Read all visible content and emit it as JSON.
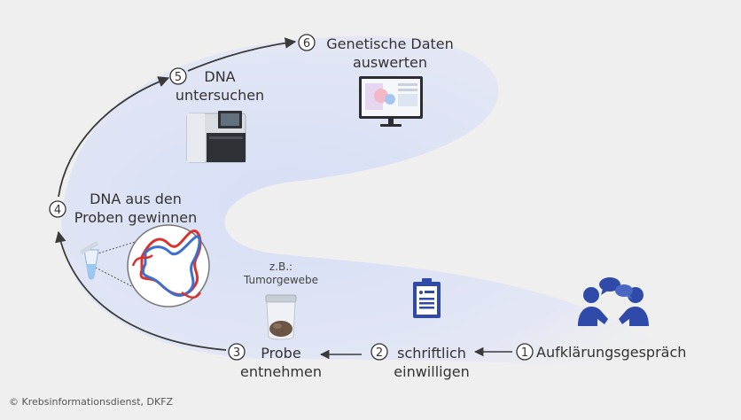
{
  "steps": [
    {
      "number": "1",
      "label": "Aufklärungsgespräch"
    },
    {
      "number": "2",
      "label_line1": "schriftlich",
      "label_line2": "einwilligen"
    },
    {
      "number": "3",
      "label_line1": "Probe",
      "label_line2": "entnehmen"
    },
    {
      "number": "4",
      "label_line1": "DNA aus den",
      "label_line2": "Proben gewinnen"
    },
    {
      "number": "5",
      "label_line1": "DNA",
      "label_line2": "untersuchen"
    },
    {
      "number": "6",
      "label_line1": "Genetische Daten",
      "label_line2": "auswerten"
    }
  ],
  "sample_note": {
    "line1": "z.B.:",
    "line2": "Tumorgewebe"
  },
  "copyright": "© Krebsinformationsdienst, DKFZ",
  "colors": {
    "background": "#efefef",
    "band": "#dde3f5",
    "accent_blue": "#2f4aa8",
    "arrow": "#3a3a3a",
    "dna_red": "#d9342b",
    "dna_blue": "#3b6fd1"
  },
  "icons": [
    "people-talking-icon",
    "clipboard-icon",
    "tissue-jar-icon",
    "dna-helix-icon",
    "test-tube-icon",
    "sequencer-icon",
    "monitor-icon"
  ]
}
